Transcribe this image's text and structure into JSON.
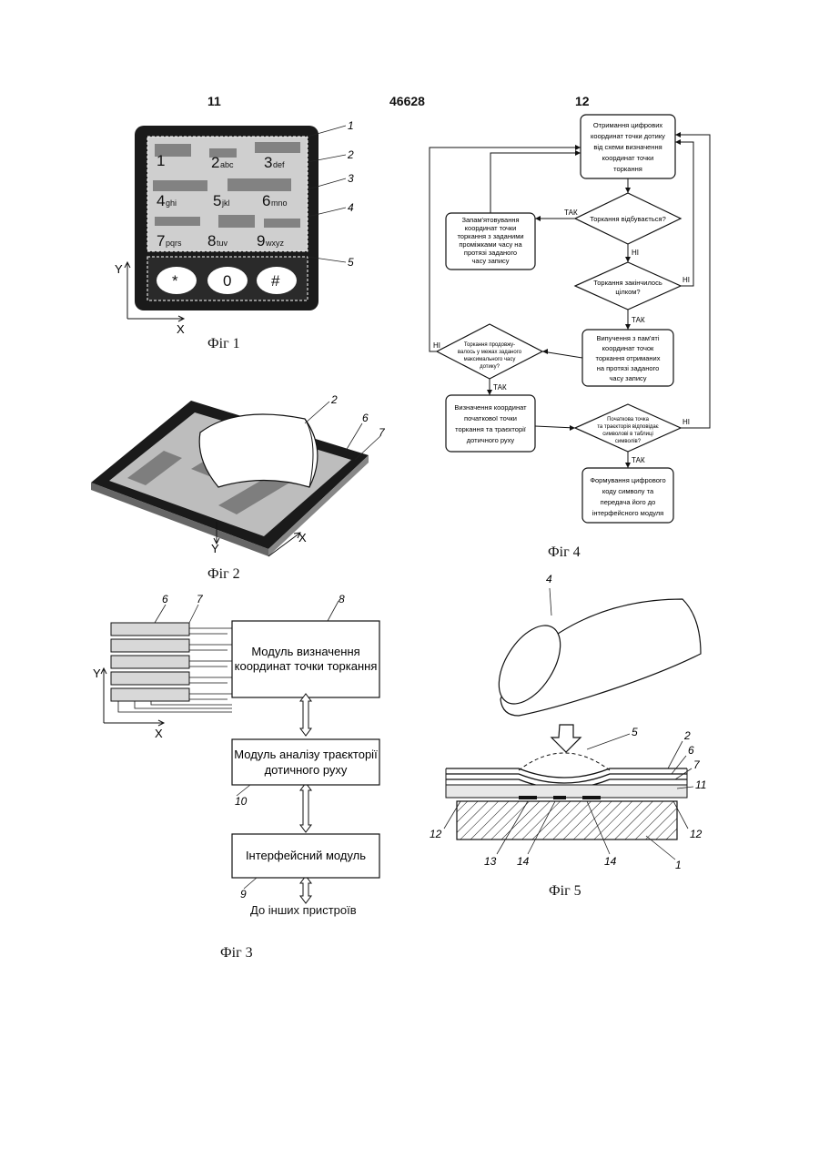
{
  "header": {
    "left": "11",
    "center": "46628",
    "right": "12"
  },
  "fig1": {
    "caption": "Фіг 1",
    "keys": [
      {
        "digit": "1",
        "letters": ""
      },
      {
        "digit": "2",
        "letters": "abc"
      },
      {
        "digit": "3",
        "letters": "def"
      },
      {
        "digit": "4",
        "letters": "ghi"
      },
      {
        "digit": "5",
        "letters": "jkl"
      },
      {
        "digit": "6",
        "letters": "mno"
      },
      {
        "digit": "7",
        "letters": "pqrs"
      },
      {
        "digit": "8",
        "letters": "tuv"
      },
      {
        "digit": "9",
        "letters": "wxyz"
      }
    ],
    "bottom_keys": [
      "*",
      "0",
      "#"
    ],
    "refs": [
      "1",
      "2",
      "3",
      "4",
      "5"
    ],
    "axis_y": "Y",
    "axis_x": "X"
  },
  "fig2": {
    "caption": "Фіг 2",
    "refs": [
      "2",
      "6",
      "7"
    ],
    "axis_y": "Y",
    "axis_x": "X"
  },
  "fig3": {
    "caption": "Фіг 3",
    "block1": [
      "Модуль визначення",
      "координат точки торкання"
    ],
    "block2": [
      "Модуль аналізу траєкторії",
      "дотичного руху"
    ],
    "block3": [
      "Інтерфейсний модуль"
    ],
    "output": "До інших пристроїв",
    "refs": [
      "6",
      "7",
      "8",
      "10",
      "9"
    ],
    "axis_y": "Y",
    "axis_x": "X"
  },
  "fig4": {
    "caption": "Фіг 4",
    "box_top": [
      "Отримання цифрових",
      "координат точки дотику",
      "від схеми визначення",
      "координат точки",
      "торкання"
    ],
    "box_memory": [
      "Запам'ятовування",
      "координат точки",
      "торкання з заданими",
      "проміжками часу на",
      "протязі заданого",
      "часу запису"
    ],
    "dec1": [
      "Торкання відбувається?"
    ],
    "dec2": [
      "Торкання закінчилось",
      "цілком?"
    ],
    "box_read": [
      "Випучення з пам'яті",
      "координат точок",
      "торкання отриманих",
      "на протязі заданого",
      "часу запису"
    ],
    "dec3": [
      "Торкання продовжу-",
      "валось у межах заданого",
      "максимального часу",
      "дотику?"
    ],
    "box_calc": [
      "Визначення координат",
      "початкової точки",
      "торкання та траєкторії",
      "дотичного руху"
    ],
    "dec4": [
      "Початкова точка",
      "та траєкторія відповідає",
      "символові в таблиці",
      "символів?"
    ],
    "box_final": [
      "Формування цифрового",
      "коду символу та",
      "передача його до",
      "інтерфейсного модуля"
    ],
    "yes": "ТАК",
    "no": "НІ"
  },
  "fig5": {
    "caption": "Фіг 5",
    "refs": [
      "4",
      "5",
      "2",
      "6",
      "7",
      "11",
      "12",
      "12",
      "13",
      "14",
      "14",
      "1"
    ]
  }
}
